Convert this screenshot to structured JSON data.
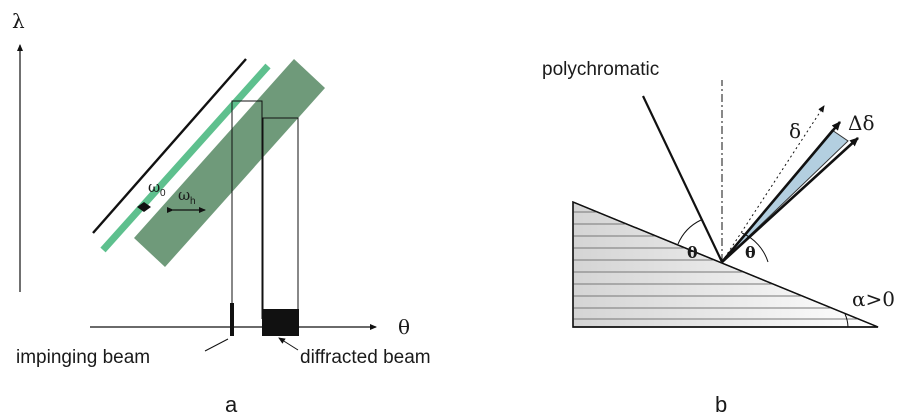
{
  "panel_a": {
    "y_axis_label": "λ",
    "x_axis_label": "θ",
    "omega_0_base": "ω",
    "omega_0_sub": "0",
    "omega_h_base": "ω",
    "omega_h_sub": "h",
    "impinging_label": "impinging beam",
    "diffracted_label": "diffracted beam",
    "caption": "a",
    "colors": {
      "thin_band": "#5ec08e",
      "wide_band": "#6f9a7a",
      "marker": "#111111"
    }
  },
  "panel_b": {
    "polychromatic_label": "polychromatic",
    "theta_left": "θ",
    "theta_right": "θ",
    "delta_label": "δ",
    "delta_delta_label": "Δδ",
    "alpha_label": "α>0",
    "caption": "b",
    "colors": {
      "fan": "#b3cfe0",
      "crystal_light": "#ffffff",
      "crystal_dark": "#d4d4d4",
      "hatch": "#777777"
    }
  }
}
